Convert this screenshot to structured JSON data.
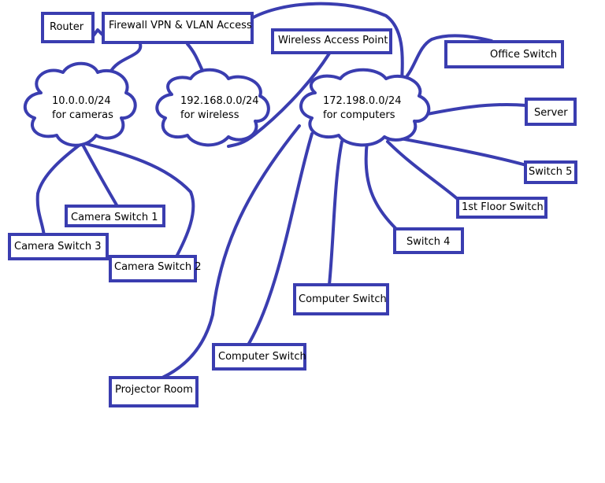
{
  "colors": {
    "line": "#3a3db0",
    "background": "#ffffff",
    "text": "#000000"
  },
  "nodes": {
    "router": "Router",
    "firewall": "Firewall VPN & VLAN Access",
    "wap": "Wireless Access Point",
    "office_switch": "Office Switch",
    "server": "Server",
    "switch5": "Switch 5",
    "first_floor_switch": "1st Floor Switch",
    "switch4": "Switch 4",
    "computer_switch_a": "Computer Switch",
    "computer_switch_b": "Computer Switch",
    "projector_room": "Projector Room",
    "camera_switch_1": "Camera Switch 1",
    "camera_switch_2": "Camera Switch 2",
    "camera_switch_3": "Camera Switch 3"
  },
  "clouds": {
    "cameras": {
      "line1": "10.0.0.0/24",
      "line2": "for cameras"
    },
    "wireless": {
      "line1": "192.168.0.0/24",
      "line2": "for wireless"
    },
    "computers": {
      "line1": "172.198.0.0/24",
      "line2": "for computers"
    }
  }
}
